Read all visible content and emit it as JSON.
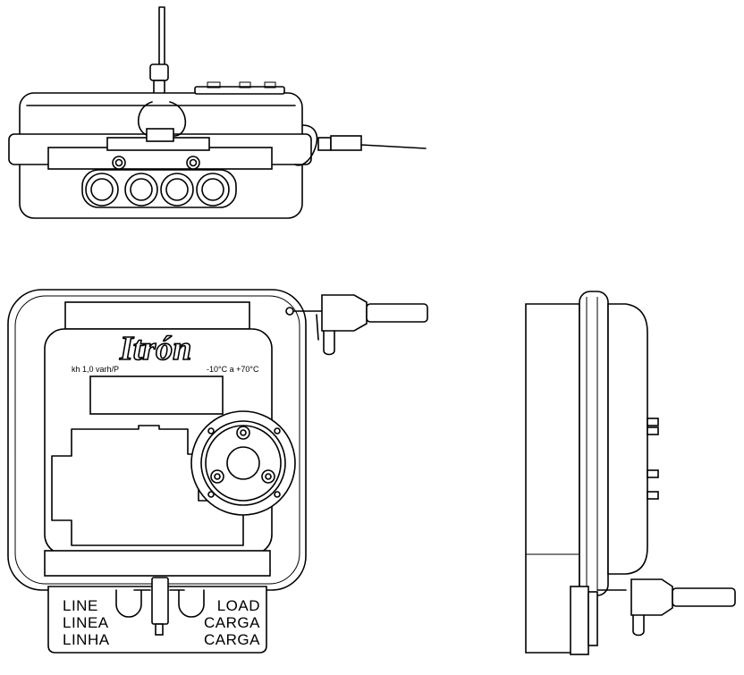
{
  "brand": {
    "name": "Itrón"
  },
  "front_panel": {
    "kh_label": "kh 1,0 varh/P",
    "temperature_range": "-10°C  a  +70°C"
  },
  "terminal_cover": {
    "line_labels": [
      "LINE",
      "LINEA",
      "LINHA"
    ],
    "load_labels": [
      "LOAD",
      "CARGA",
      "CARGA"
    ]
  }
}
